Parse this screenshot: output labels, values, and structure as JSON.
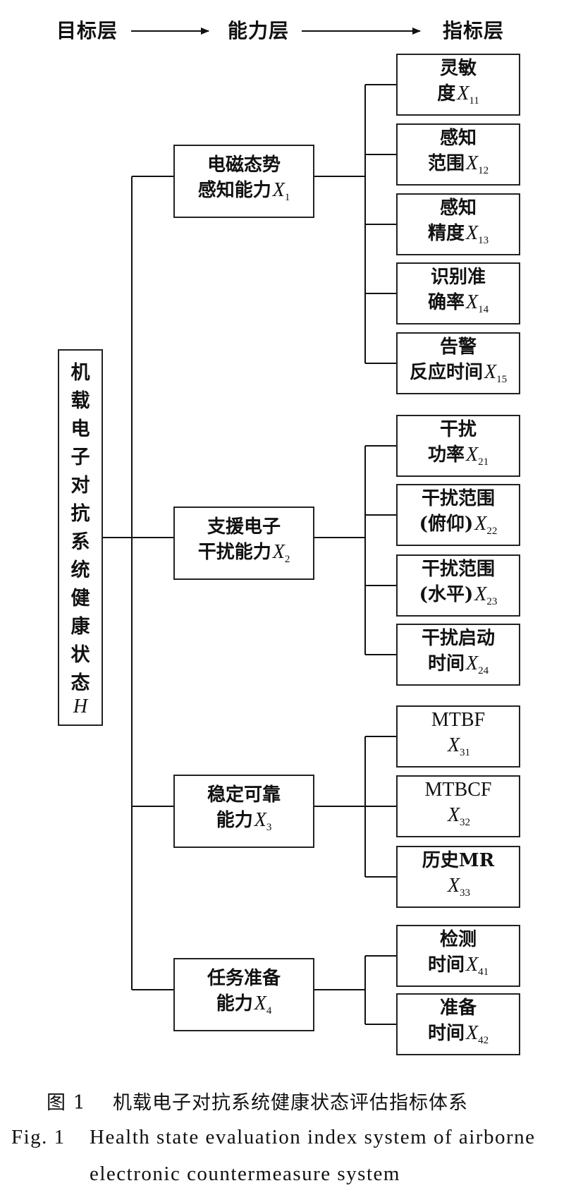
{
  "header": {
    "goal_layer": "目标层",
    "capability_layer": "能力层",
    "indicator_layer": "指标层"
  },
  "root": {
    "chars": [
      "机",
      "载",
      "电",
      "子",
      "对",
      "抗",
      "系",
      "统",
      "健",
      "康",
      "状",
      "态"
    ],
    "symbol": "H"
  },
  "capabilities": [
    {
      "line1": "电磁态势",
      "line2": "感知能力",
      "sym": "X",
      "sub": "1",
      "indicators": [
        {
          "line1": "灵敏",
          "line2": "度",
          "sym": "X",
          "sub": "11"
        },
        {
          "line1": "感知",
          "line2": "范围",
          "sym": "X",
          "sub": "12"
        },
        {
          "line1": "感知",
          "line2": "精度",
          "sym": "X",
          "sub": "13"
        },
        {
          "line1": "识别准",
          "line2": "确率",
          "sym": "X",
          "sub": "14"
        },
        {
          "line1": "告警",
          "line2": "反应时间",
          "sym": "X",
          "sub": "15"
        }
      ]
    },
    {
      "line1": "支援电子",
      "line2": "干扰能力",
      "sym": "X",
      "sub": "2",
      "indicators": [
        {
          "line1": "干扰",
          "line2": "功率",
          "sym": "X",
          "sub": "21"
        },
        {
          "line1": "干扰范围",
          "line2": "(俯仰)",
          "sym": "X",
          "sub": "22"
        },
        {
          "line1": "干扰范围",
          "line2": "(水平)",
          "sym": "X",
          "sub": "23"
        },
        {
          "line1": "干扰启动",
          "line2": "时间",
          "sym": "X",
          "sub": "24"
        }
      ]
    },
    {
      "line1": "稳定可靠",
      "line2": "能力",
      "sym": "X",
      "sub": "3",
      "indicators": [
        {
          "line1": "MTBF",
          "line2": "",
          "sym": "X",
          "sub": "31"
        },
        {
          "line1": "MTBCF",
          "line2": "",
          "sym": "X",
          "sub": "32"
        },
        {
          "line1": "历史MR",
          "line2": "",
          "sym": "X",
          "sub": "33"
        }
      ]
    },
    {
      "line1": "任务准备",
      "line2": "能力",
      "sym": "X",
      "sub": "4",
      "indicators": [
        {
          "line1": "检测",
          "line2": "时间",
          "sym": "X",
          "sub": "41"
        },
        {
          "line1": "准备",
          "line2": "时间",
          "sym": "X",
          "sub": "42"
        }
      ]
    }
  ],
  "caption": {
    "zh_label": "图 1",
    "zh_text": "机载电子对抗系统健康状态评估指标体系",
    "en_label": "Fig. 1",
    "en_line1": "Health state evaluation index system of airborne",
    "en_line2": "electronic countermeasure system"
  }
}
